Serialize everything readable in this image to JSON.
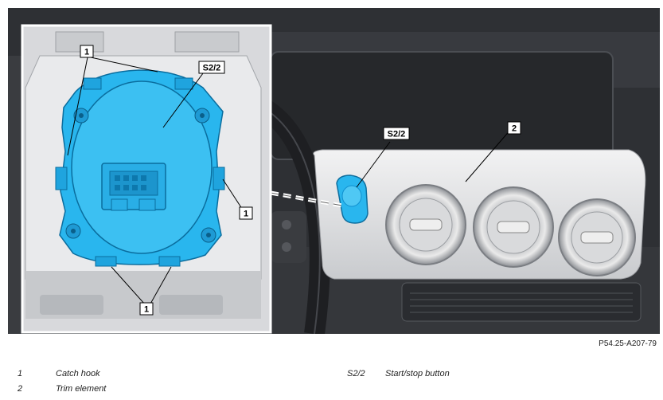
{
  "figure": {
    "callouts": {
      "catch_hook": "1",
      "trim_element": "2",
      "start_stop": "S2/2"
    },
    "colors": {
      "component_blue": "#29b6ee",
      "component_blue_dark": "#0f8fcf",
      "background": "#2b2d31",
      "inset_background": "#d8d9dc"
    }
  },
  "reference_code": "P54.25-A207-79",
  "legend": [
    {
      "key": "1",
      "label": "Catch hook"
    },
    {
      "key": "2",
      "label": "Trim element"
    },
    {
      "key": "S2/2",
      "label": "Start/stop button"
    }
  ]
}
